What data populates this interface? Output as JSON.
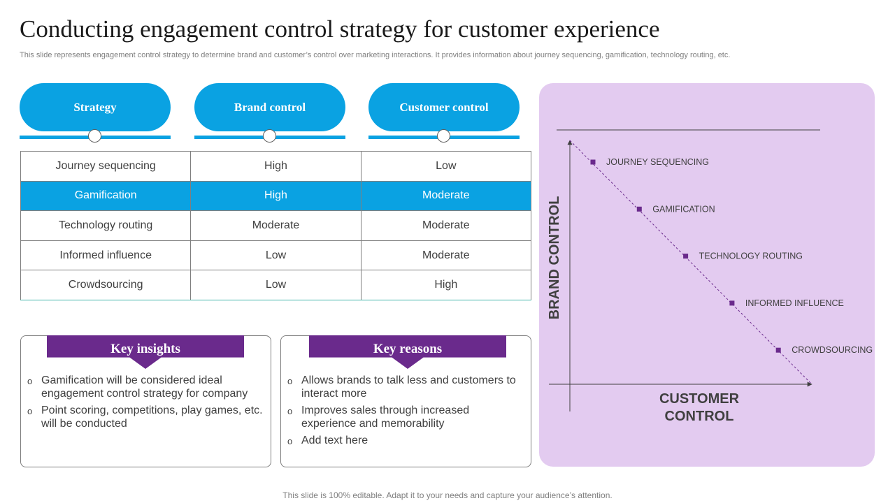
{
  "title": "Conducting engagement control strategy for customer experience",
  "subtitle": "This slide represents engagement control strategy to  determine brand and customer’s control over marketing interactions. It provides information about journey sequencing, gamification, technology routing, etc.",
  "headers": [
    "Strategy",
    "Brand control",
    "Customer control"
  ],
  "table": {
    "rows": [
      [
        "Journey  sequencing",
        "High",
        "Low"
      ],
      [
        "Gamification",
        "High",
        "Moderate"
      ],
      [
        "Technology  routing",
        "Moderate",
        "Moderate"
      ],
      [
        "Informed  influence",
        "Low",
        "Moderate"
      ],
      [
        "Crowdsourcing",
        "Low",
        "High"
      ]
    ],
    "highlight_row": "Gamification"
  },
  "insights": {
    "title": "Key insights",
    "items": [
      "Gamification will be considered ideal engagement control strategy for company",
      "Point scoring, competitions, play games, etc. will be conducted"
    ]
  },
  "reasons": {
    "title": "Key reasons",
    "items": [
      "Allows brands to talk less and customers to interact more",
      "Improves sales through increased experience and memorability",
      "Add text here"
    ]
  },
  "bullet_glyph": "o",
  "colors": {
    "accent_blue": "#0aa2e2",
    "banner_purple": "#6a2a8c",
    "panel_lavender": "#e3cbf0",
    "marker_purple": "#6a2a8c"
  },
  "chart_data": {
    "type": "scatter",
    "xlabel": "CUSTOMER CONTROL",
    "ylabel": "BRAND CONTROL",
    "points": [
      {
        "label": "JOURNEY SEQUENCING",
        "x": 1,
        "y": 5
      },
      {
        "label": "GAMIFICATION",
        "x": 2,
        "y": 4
      },
      {
        "label": "TECHNOLOGY ROUTING",
        "x": 3,
        "y": 3
      },
      {
        "label": "INFORMED INFLUENCE",
        "x": 4,
        "y": 2
      },
      {
        "label": "CROWDSOURCING",
        "x": 5,
        "y": 1
      }
    ],
    "trend": "dashed line through points",
    "grid": false,
    "legend": "none"
  },
  "footer": "This slide is 100% editable. Adapt it to your needs and capture your audience’s attention."
}
